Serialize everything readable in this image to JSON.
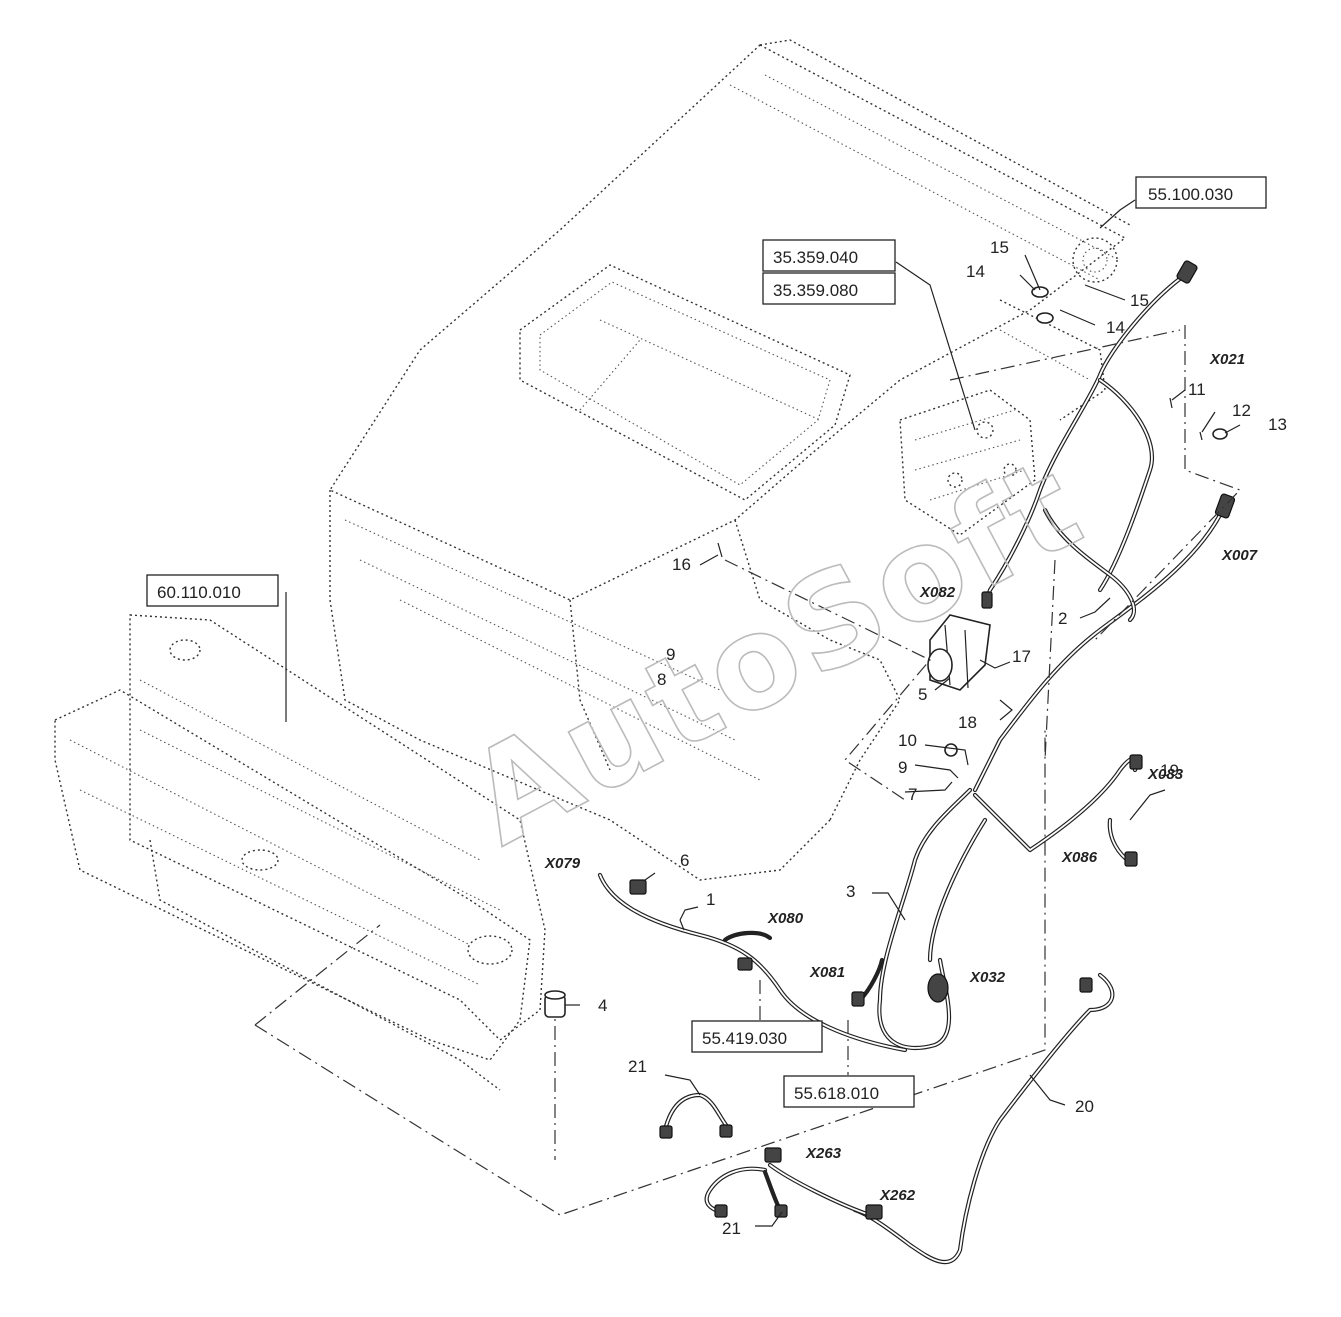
{
  "references": [
    {
      "id": "ref-55-100-030",
      "text": "55.100.030"
    },
    {
      "id": "ref-35-359-040",
      "text": "35.359.040"
    },
    {
      "id": "ref-35-359-080",
      "text": "35.359.080"
    },
    {
      "id": "ref-60-110-010",
      "text": "60.110.010"
    },
    {
      "id": "ref-55-419-030",
      "text": "55.419.030"
    },
    {
      "id": "ref-55-618-010",
      "text": "55.618.010"
    }
  ],
  "callouts": {
    "c1": "1",
    "c2": "2",
    "c3": "3",
    "c4": "4",
    "c5": "5",
    "c6": "6",
    "c7": "7",
    "c8": "8",
    "c9a": "9",
    "c9b": "9",
    "c10": "10",
    "c11": "11",
    "c12": "12",
    "c13": "13",
    "c14a": "14",
    "c14b": "14",
    "c15a": "15",
    "c15b": "15",
    "c16": "16",
    "c17": "17",
    "c18": "18",
    "c19": "19",
    "c20": "20",
    "c21a": "21",
    "c21b": "21"
  },
  "connectors": {
    "x021": "X021",
    "x007": "X007",
    "x082": "X082",
    "x083": "X083",
    "x086": "X086",
    "x079": "X079",
    "x080": "X080",
    "x081": "X081",
    "x032": "X032",
    "x263": "X263",
    "x262": "X262"
  },
  "watermark": "AutoSoft"
}
